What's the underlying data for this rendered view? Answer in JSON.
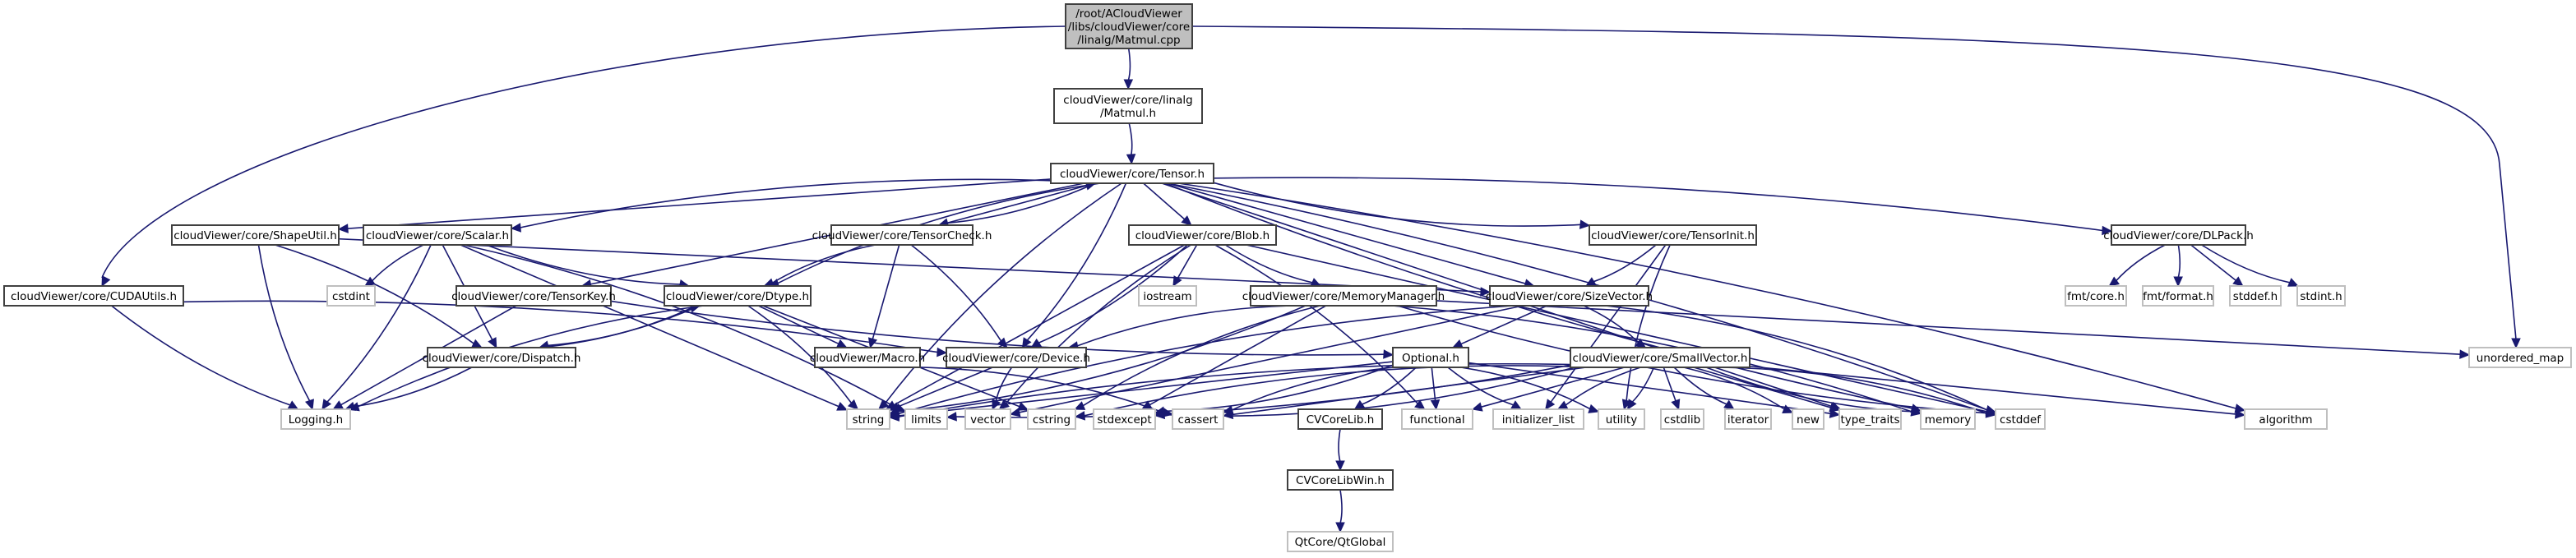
{
  "title": "Include dependency graph for Matmul.cpp",
  "colors": {
    "edge": "#191970",
    "root_fill": "#bfbfbf",
    "internal_border": "#404040",
    "external_border": "#bfbfbf"
  },
  "nodes": [
    {
      "id": "root",
      "kind": "root",
      "lines": [
        "/root/ACloudViewer",
        "/libs/cloudViewer/core",
        "/linalg/Matmul.cpp"
      ]
    },
    {
      "id": "matmul_h",
      "kind": "internal",
      "lines": [
        "cloudViewer/core/linalg",
        "/Matmul.h"
      ]
    },
    {
      "id": "tensor_h",
      "kind": "internal",
      "lines": [
        "cloudViewer/core/Tensor.h"
      ]
    },
    {
      "id": "shapeutil_h",
      "kind": "internal",
      "lines": [
        "cloudViewer/core/ShapeUtil.h"
      ]
    },
    {
      "id": "scalar_h",
      "kind": "internal",
      "lines": [
        "cloudViewer/core/Scalar.h"
      ]
    },
    {
      "id": "tensorcheck_h",
      "kind": "internal",
      "lines": [
        "cloudViewer/core/TensorCheck.h"
      ]
    },
    {
      "id": "blob_h",
      "kind": "internal",
      "lines": [
        "cloudViewer/core/Blob.h"
      ]
    },
    {
      "id": "tensorinit_h",
      "kind": "internal",
      "lines": [
        "cloudViewer/core/TensorInit.h"
      ]
    },
    {
      "id": "dlpack_h",
      "kind": "internal",
      "lines": [
        "cloudViewer/core/DLPack.h"
      ]
    },
    {
      "id": "cudautils_h",
      "kind": "internal",
      "lines": [
        "cloudViewer/core/CUDAUtils.h"
      ]
    },
    {
      "id": "cstdint",
      "kind": "external",
      "lines": [
        "cstdint"
      ]
    },
    {
      "id": "tensorkey_h",
      "kind": "internal",
      "lines": [
        "cloudViewer/core/TensorKey.h"
      ]
    },
    {
      "id": "dtype_h",
      "kind": "internal",
      "lines": [
        "cloudViewer/core/Dtype.h"
      ]
    },
    {
      "id": "iostream",
      "kind": "external",
      "lines": [
        "iostream"
      ]
    },
    {
      "id": "memorymanager_h",
      "kind": "internal",
      "lines": [
        "cloudViewer/core/MemoryManager.h"
      ]
    },
    {
      "id": "sizevector_h",
      "kind": "internal",
      "lines": [
        "cloudViewer/core/SizeVector.h"
      ]
    },
    {
      "id": "fmt_core_h",
      "kind": "external",
      "lines": [
        "fmt/core.h"
      ]
    },
    {
      "id": "fmt_format_h",
      "kind": "external",
      "lines": [
        "fmt/format.h"
      ]
    },
    {
      "id": "stddef_h",
      "kind": "external",
      "lines": [
        "stddef.h"
      ]
    },
    {
      "id": "stdint_h",
      "kind": "external",
      "lines": [
        "stdint.h"
      ]
    },
    {
      "id": "dispatch_h",
      "kind": "internal",
      "lines": [
        "cloudViewer/core/Dispatch.h"
      ]
    },
    {
      "id": "macro_h",
      "kind": "internal",
      "lines": [
        "cloudViewer/Macro.h"
      ]
    },
    {
      "id": "device_h",
      "kind": "internal",
      "lines": [
        "cloudViewer/core/Device.h"
      ]
    },
    {
      "id": "optional_h",
      "kind": "internal",
      "lines": [
        "Optional.h"
      ]
    },
    {
      "id": "smallvector_h",
      "kind": "internal",
      "lines": [
        "cloudViewer/core/SmallVector.h"
      ]
    },
    {
      "id": "unordered_map",
      "kind": "external",
      "lines": [
        "unordered_map"
      ]
    },
    {
      "id": "logging_h",
      "kind": "external",
      "lines": [
        "Logging.h"
      ]
    },
    {
      "id": "string",
      "kind": "external",
      "lines": [
        "string"
      ]
    },
    {
      "id": "limits",
      "kind": "external",
      "lines": [
        "limits"
      ]
    },
    {
      "id": "vector",
      "kind": "external",
      "lines": [
        "vector"
      ]
    },
    {
      "id": "cstring",
      "kind": "external",
      "lines": [
        "cstring"
      ]
    },
    {
      "id": "stdexcept",
      "kind": "external",
      "lines": [
        "stdexcept"
      ]
    },
    {
      "id": "cassert",
      "kind": "external",
      "lines": [
        "cassert"
      ]
    },
    {
      "id": "cvcorelib_h",
      "kind": "internal",
      "lines": [
        "CVCoreLib.h"
      ]
    },
    {
      "id": "functional",
      "kind": "external",
      "lines": [
        "functional"
      ]
    },
    {
      "id": "initializer_list",
      "kind": "external",
      "lines": [
        "initializer_list"
      ]
    },
    {
      "id": "utility",
      "kind": "external",
      "lines": [
        "utility"
      ]
    },
    {
      "id": "cstdlib",
      "kind": "external",
      "lines": [
        "cstdlib"
      ]
    },
    {
      "id": "iterator",
      "kind": "external",
      "lines": [
        "iterator"
      ]
    },
    {
      "id": "new",
      "kind": "external",
      "lines": [
        "new"
      ]
    },
    {
      "id": "type_traits",
      "kind": "external",
      "lines": [
        "type_traits"
      ]
    },
    {
      "id": "memory",
      "kind": "external",
      "lines": [
        "memory"
      ]
    },
    {
      "id": "cstddef",
      "kind": "external",
      "lines": [
        "cstddef"
      ]
    },
    {
      "id": "algorithm",
      "kind": "external",
      "lines": [
        "algorithm"
      ]
    },
    {
      "id": "cvcorelibwin_h",
      "kind": "internal",
      "lines": [
        "CVCoreLibWin.h"
      ]
    },
    {
      "id": "qtglobal",
      "kind": "external",
      "lines": [
        "QtCore/QtGlobal"
      ]
    }
  ],
  "edges": [
    [
      "root",
      "matmul_h"
    ],
    [
      "root",
      "cudautils_h"
    ],
    [
      "root",
      "unordered_map"
    ],
    [
      "matmul_h",
      "tensor_h"
    ],
    [
      "tensor_h",
      "shapeutil_h"
    ],
    [
      "tensor_h",
      "scalar_h"
    ],
    [
      "tensor_h",
      "tensorcheck_h"
    ],
    [
      "tensor_h",
      "blob_h"
    ],
    [
      "tensor_h",
      "tensorinit_h"
    ],
    [
      "tensor_h",
      "dlpack_h"
    ],
    [
      "tensor_h",
      "tensorkey_h"
    ],
    [
      "tensor_h",
      "dtype_h"
    ],
    [
      "tensor_h",
      "device_h"
    ],
    [
      "tensor_h",
      "sizevector_h"
    ],
    [
      "tensor_h",
      "string"
    ],
    [
      "tensor_h",
      "algorithm"
    ],
    [
      "tensor_h",
      "type_traits"
    ],
    [
      "tensor_h",
      "memory"
    ],
    [
      "tensor_h",
      "cstddef"
    ],
    [
      "tensorcheck_h",
      "tensor_h"
    ],
    [
      "tensorcheck_h",
      "dtype_h"
    ],
    [
      "tensorcheck_h",
      "device_h"
    ],
    [
      "tensorcheck_h",
      "macro_h"
    ],
    [
      "shapeutil_h",
      "logging_h"
    ],
    [
      "shapeutil_h",
      "dispatch_h"
    ],
    [
      "shapeutil_h",
      "sizevector_h"
    ],
    [
      "scalar_h",
      "cstdint"
    ],
    [
      "scalar_h",
      "logging_h"
    ],
    [
      "scalar_h",
      "string"
    ],
    [
      "scalar_h",
      "dtype_h"
    ],
    [
      "scalar_h",
      "limits"
    ],
    [
      "scalar_h",
      "dispatch_h"
    ],
    [
      "cudautils_h",
      "logging_h"
    ],
    [
      "cudautils_h",
      "device_h"
    ],
    [
      "tensorkey_h",
      "logging_h"
    ],
    [
      "tensorkey_h",
      "optional_h"
    ],
    [
      "dtype_h",
      "dispatch_h"
    ],
    [
      "dtype_h",
      "macro_h"
    ],
    [
      "dtype_h",
      "logging_h"
    ],
    [
      "dtype_h",
      "string"
    ],
    [
      "dtype_h",
      "cstring"
    ],
    [
      "dispatch_h",
      "dtype_h"
    ],
    [
      "dispatch_h",
      "logging_h"
    ],
    [
      "blob_h",
      "iostream"
    ],
    [
      "blob_h",
      "memorymanager_h"
    ],
    [
      "blob_h",
      "device_h"
    ],
    [
      "blob_h",
      "string"
    ],
    [
      "blob_h",
      "vector"
    ],
    [
      "blob_h",
      "functional"
    ],
    [
      "blob_h",
      "cstddef"
    ],
    [
      "memorymanager_h",
      "device_h"
    ],
    [
      "memorymanager_h",
      "string"
    ],
    [
      "memorymanager_h",
      "stdexcept"
    ],
    [
      "memorymanager_h",
      "cstddef"
    ],
    [
      "memorymanager_h",
      "memory"
    ],
    [
      "memorymanager_h",
      "unordered_map"
    ],
    [
      "memorymanager_h",
      "cstring"
    ],
    [
      "macro_h",
      "cassert"
    ],
    [
      "device_h",
      "string"
    ],
    [
      "device_h",
      "vector"
    ],
    [
      "tensorinit_h",
      "sizevector_h"
    ],
    [
      "tensorinit_h",
      "initializer_list"
    ],
    [
      "tensorinit_h",
      "utility"
    ],
    [
      "sizevector_h",
      "smallvector_h"
    ],
    [
      "sizevector_h",
      "optional_h"
    ],
    [
      "sizevector_h",
      "string"
    ],
    [
      "sizevector_h",
      "cstddef"
    ],
    [
      "sizevector_h",
      "vector"
    ],
    [
      "dlpack_h",
      "fmt_core_h"
    ],
    [
      "dlpack_h",
      "fmt_format_h"
    ],
    [
      "dlpack_h",
      "stddef_h"
    ],
    [
      "dlpack_h",
      "stdint_h"
    ],
    [
      "optional_h",
      "cvcorelib_h"
    ],
    [
      "optional_h",
      "functional"
    ],
    [
      "optional_h",
      "initializer_list"
    ],
    [
      "optional_h",
      "utility"
    ],
    [
      "optional_h",
      "type_traits"
    ],
    [
      "optional_h",
      "cassert"
    ],
    [
      "optional_h",
      "stdexcept"
    ],
    [
      "optional_h",
      "string"
    ],
    [
      "smallvector_h",
      "string"
    ],
    [
      "smallvector_h",
      "limits"
    ],
    [
      "smallvector_h",
      "functional"
    ],
    [
      "smallvector_h",
      "initializer_list"
    ],
    [
      "smallvector_h",
      "utility"
    ],
    [
      "smallvector_h",
      "cstdlib"
    ],
    [
      "smallvector_h",
      "iterator"
    ],
    [
      "smallvector_h",
      "new"
    ],
    [
      "smallvector_h",
      "type_traits"
    ],
    [
      "smallvector_h",
      "memory"
    ],
    [
      "smallvector_h",
      "cstddef"
    ],
    [
      "smallvector_h",
      "cassert"
    ],
    [
      "smallvector_h",
      "cstring"
    ],
    [
      "smallvector_h",
      "stdexcept"
    ],
    [
      "smallvector_h",
      "algorithm"
    ],
    [
      "cvcorelib_h",
      "cvcorelibwin_h"
    ],
    [
      "cvcorelibwin_h",
      "qtglobal"
    ]
  ]
}
